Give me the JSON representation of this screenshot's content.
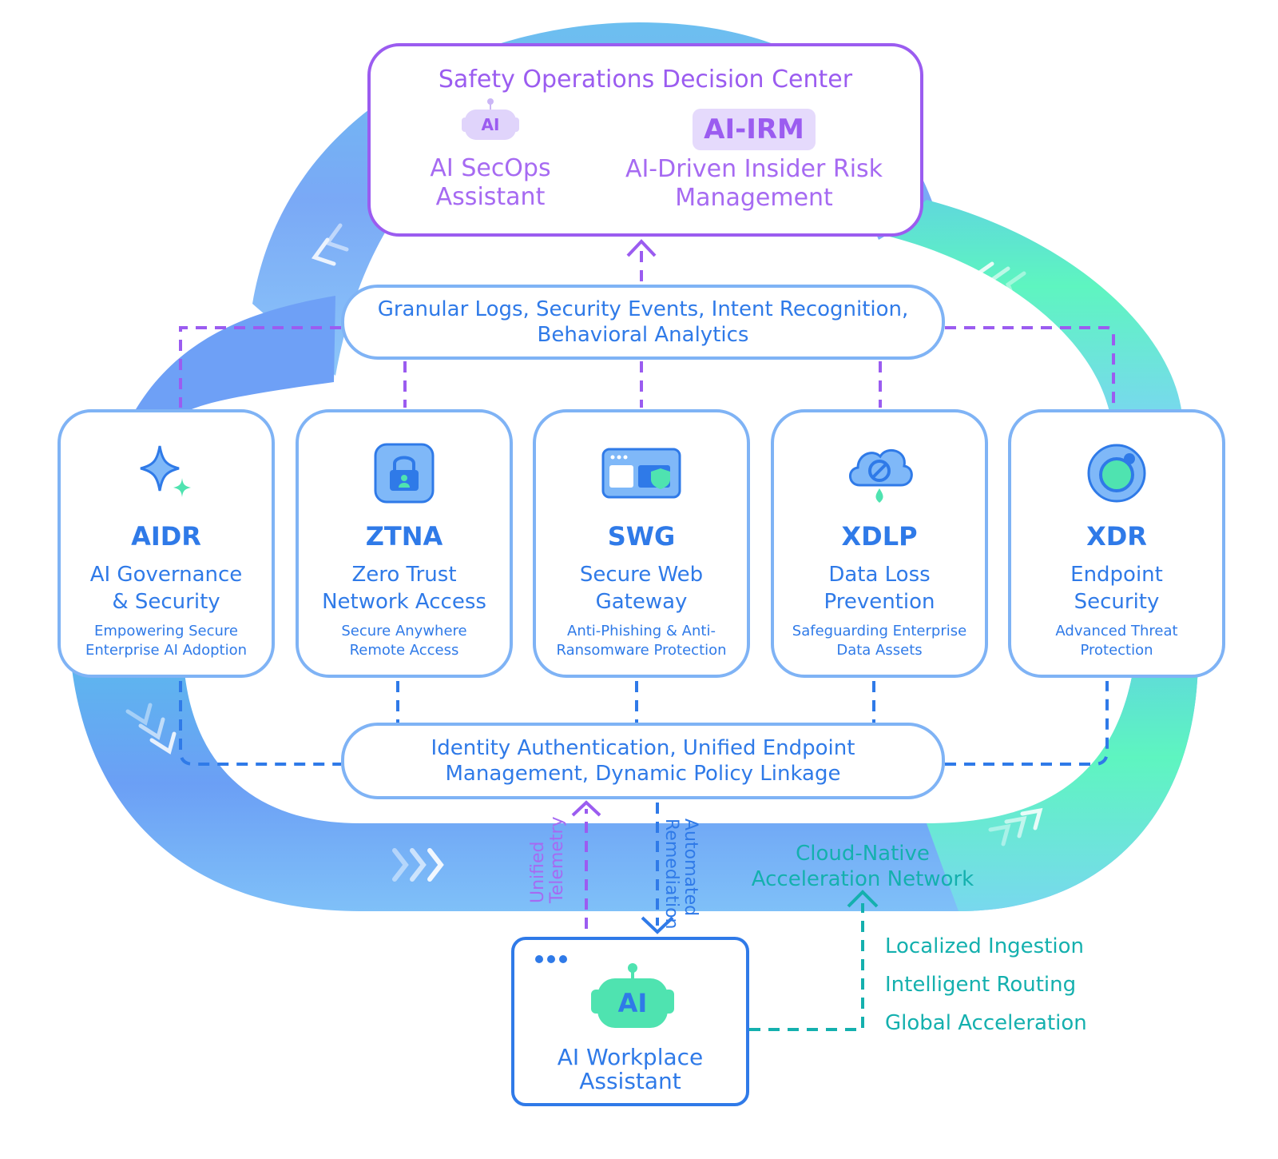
{
  "decision_center": {
    "title": "Safety Operations Decision Center",
    "assistant_chip": "AI",
    "secops_line1": "AI SecOps",
    "secops_line2": "Assistant",
    "irm_badge": "AI-IRM",
    "irm_line1": "AI-Driven Insider Risk",
    "irm_line2": "Management"
  },
  "top_pill": {
    "line1": "Granular Logs, Security Events, Intent Recognition,",
    "line2": "Behavioral Analytics"
  },
  "products": [
    {
      "abbr": "AIDR",
      "name1": "AI Governance",
      "name2": "& Security",
      "desc1": "Empowering Secure",
      "desc2": "Enterprise AI Adoption",
      "icon": "sparkle-icon"
    },
    {
      "abbr": "ZTNA",
      "name1": "Zero Trust",
      "name2": "Network Access",
      "desc1": "Secure Anywhere",
      "desc2": "Remote Access",
      "icon": "lock-icon"
    },
    {
      "abbr": "SWG",
      "name1": "Secure Web",
      "name2": "Gateway",
      "desc1": "Anti-Phishing & Anti-",
      "desc2": "Ransomware Protection",
      "icon": "browser-shield-icon"
    },
    {
      "abbr": "XDLP",
      "name1": "Data Loss",
      "name2": "Prevention",
      "desc1": "Safeguarding Enterprise",
      "desc2": "Data Assets",
      "icon": "cloud-block-icon"
    },
    {
      "abbr": "XDR",
      "name1": "Endpoint",
      "name2": "Security",
      "desc1": "Advanced Threat",
      "desc2": "Protection",
      "icon": "orbit-icon"
    }
  ],
  "bottom_pill": {
    "line1": "Identity Authentication, Unified Endpoint",
    "line2": "Management, Dynamic Policy Linkage"
  },
  "flows": {
    "telemetry_line1": "Unified",
    "telemetry_line2": "Telemetry",
    "remediation_line1": "Automated",
    "remediation_line2": "Remediation"
  },
  "assistant": {
    "chip": "AI",
    "line1": "AI Workplace",
    "line2": "Assistant"
  },
  "cloud_network": {
    "line1": "Cloud-Native",
    "line2": "Acceleration Network",
    "features": [
      "Localized Ingestion",
      "Intelligent Routing",
      "Global Acceleration"
    ]
  },
  "colors": {
    "purple": "#9b5cf0",
    "blue": "#2f7ae8",
    "teal": "#14b0ae",
    "ring_blue": "#6fa8f7",
    "ring_green": "#5ef0c0"
  }
}
